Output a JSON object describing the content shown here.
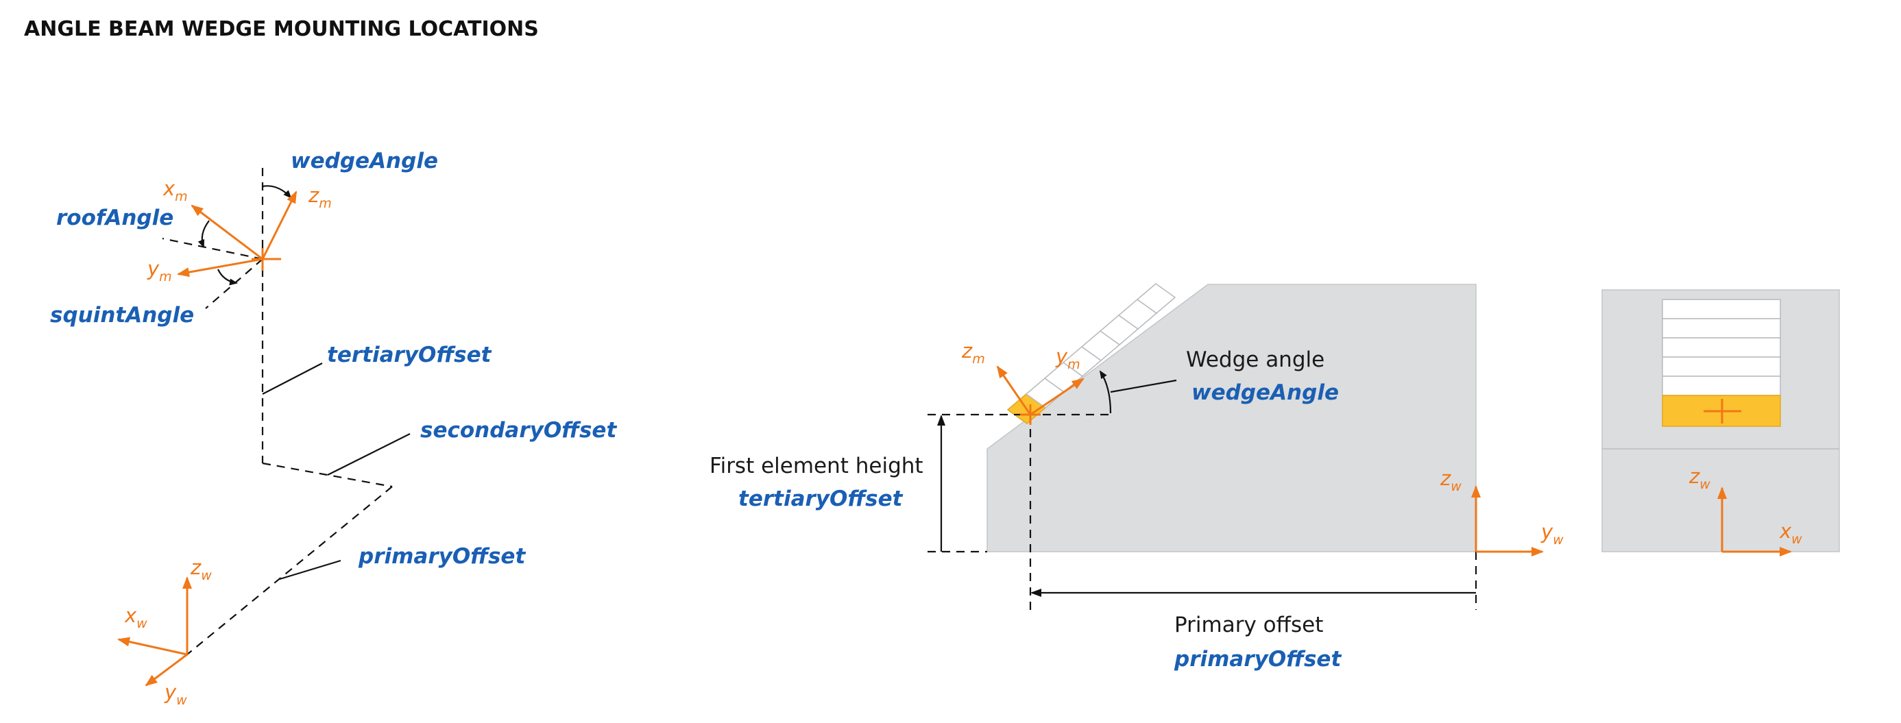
{
  "title": "ANGLE BEAM WEDGE MOUNTING LOCATIONS",
  "left_diagram": {
    "params": {
      "wedge_angle": "wedgeAngle",
      "roof_angle": "roofAngle",
      "squint_angle": "squintAngle",
      "tertiary_offset": "tertiaryOffset",
      "secondary_offset": "secondaryOffset",
      "primary_offset": "primaryOffset"
    },
    "axes": {
      "xm": {
        "letter": "x",
        "sub": "m"
      },
      "ym": {
        "letter": "y",
        "sub": "m"
      },
      "zm": {
        "letter": "z",
        "sub": "m"
      },
      "xw": {
        "letter": "x",
        "sub": "w"
      },
      "yw": {
        "letter": "y",
        "sub": "w"
      },
      "zw": {
        "letter": "z",
        "sub": "w"
      }
    }
  },
  "side_view": {
    "wedge_angle_label": "Wedge angle",
    "wedge_angle_param": "wedgeAngle",
    "first_element_height_label": "First element height",
    "first_element_height_param": "tertiaryOffset",
    "primary_offset_label": "Primary offset",
    "primary_offset_param": "primaryOffset",
    "axes": {
      "zm": {
        "letter": "z",
        "sub": "m"
      },
      "ym": {
        "letter": "y",
        "sub": "m"
      },
      "zw": {
        "letter": "z",
        "sub": "w"
      },
      "yw": {
        "letter": "y",
        "sub": "w"
      }
    }
  },
  "front_view": {
    "axes": {
      "zw": {
        "letter": "z",
        "sub": "w"
      },
      "xw": {
        "letter": "x",
        "sub": "w"
      }
    }
  },
  "colors": {
    "axis": "#f07818",
    "parameter_text": "#1a5fb4",
    "wedge_block": "#dcdddf",
    "active_element": "#fcc12e"
  }
}
